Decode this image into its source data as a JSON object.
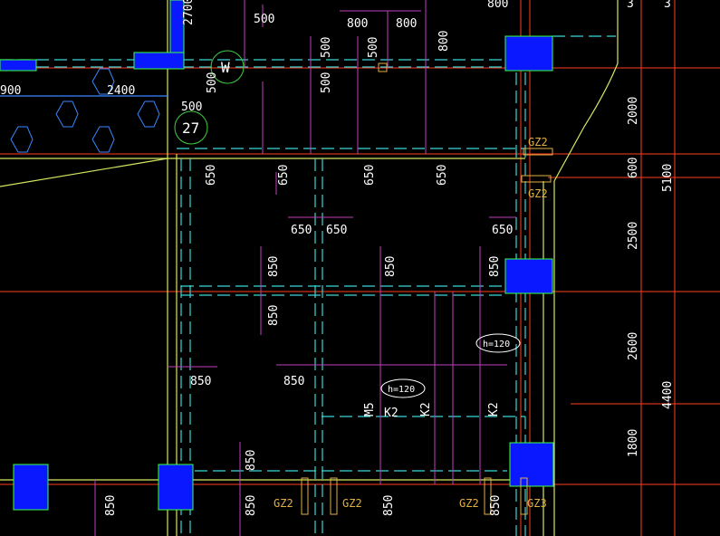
{
  "colors": {
    "background": "#000000",
    "axis_red": "#ff3b1f",
    "dim_magenta": "#c040c0",
    "beam_cyan": "#3ad6d6",
    "wall_yellow": "#e8e860",
    "column_blue": "#0a18ff",
    "column_outline": "#3cff3c",
    "text_white": "#ffffff",
    "text_orange": "#e0b040",
    "circle_green": "#40d040",
    "hatch_blue": "#3a86ff"
  },
  "dimensions": {
    "t2700": "2700",
    "t500_top": "500",
    "t800_a": "800",
    "t800_b": "800",
    "t800_c": "800",
    "t800_v": "800",
    "t500_a": "500",
    "t500_b": "500",
    "t500_c": "500",
    "t500_d": "500",
    "t500_e": "500",
    "t900": "900",
    "t2400": "2400",
    "t650_a": "650",
    "t650_b": "650",
    "t650_c": "650",
    "t650_d": "650",
    "t650_h1": "650",
    "t650_h2": "650",
    "t650_h3": "650",
    "t850_v1": "850",
    "t850_v2": "850",
    "t850_v3": "850",
    "t850_v4": "850",
    "t850_h1": "850",
    "t850_h2": "850",
    "t850_v5": "850",
    "t850_b1": "850",
    "t850_b2": "850",
    "t850_b3": "850",
    "t850_b4": "850",
    "r2000": "2000",
    "r600": "600",
    "r2500": "2500",
    "r2600": "2600",
    "r1800": "1800",
    "r5100": "5100",
    "r4400": "4400",
    "top_3a": "3",
    "top_3b": "3"
  },
  "labels": {
    "gz2_top": "GZ2",
    "gz2_mid": "GZ2",
    "gz2_b1": "GZ2",
    "gz2_b2": "GZ2",
    "gz2_b3": "GZ2",
    "gz3_b": "GZ3",
    "m5": "M5",
    "k2_a": "K2",
    "k2_b": "K2",
    "k2_c": "K2",
    "h120_a": "h=120",
    "h120_b": "h=120",
    "circle_w": "W",
    "circle_27": "27"
  }
}
